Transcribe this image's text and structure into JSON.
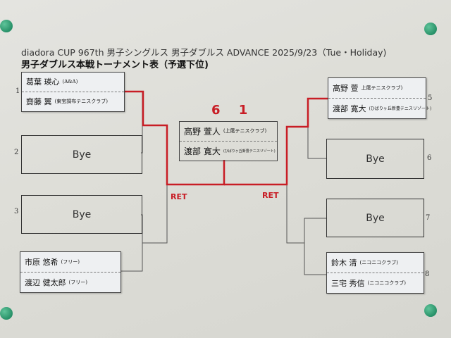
{
  "header": {
    "title": "diadora CUP 967th 男子シングルス 男子ダブルス ADVANCE 2025/9/23（Tue・Holiday)",
    "subtitle": "男子ダブルス本戦トーナメント表（予選下位)"
  },
  "draw": [
    {
      "seed": "1",
      "players": [
        {
          "name": "葛葉 瑛心",
          "club": "(A&A)"
        },
        {
          "name": "齋藤 翼",
          "club": "(東宝調布テニスクラブ)"
        }
      ]
    },
    {
      "seed": "2",
      "bye": "Bye"
    },
    {
      "seed": "3",
      "bye": "Bye"
    },
    {
      "players": [
        {
          "name": "市原 悠希",
          "club": "(フリー)"
        },
        {
          "name": "渡辺 健太郎",
          "club": "(フリー)"
        }
      ]
    },
    {
      "seed": "5",
      "players": [
        {
          "name": "高野 萱",
          "club": "上尾テニスクラブ)"
        },
        {
          "name": "渡部 寛大",
          "club": "(ひばりヶ丘新豊テニスリゾート)"
        }
      ]
    },
    {
      "seed": "6",
      "bye": "Bye"
    },
    {
      "seed": "7",
      "bye": "Bye"
    },
    {
      "seed": "8",
      "players": [
        {
          "name": "鈴木 清",
          "club": "(ニコニコクラブ)"
        },
        {
          "name": "三宅 秀信",
          "club": "(ニコニコクラブ)"
        }
      ]
    }
  ],
  "final": {
    "score": "6 1",
    "winners": [
      {
        "name": "高野 萱人",
        "club": "(上尾テニスクラブ)"
      },
      {
        "name": "渡部 寛大",
        "club": "(ひばりヶ丘新豊テニスリゾート)"
      }
    ],
    "left_note": "RET",
    "right_note": "RET"
  },
  "colors": {
    "winner_line": "#c81d25",
    "line": "#555555"
  }
}
